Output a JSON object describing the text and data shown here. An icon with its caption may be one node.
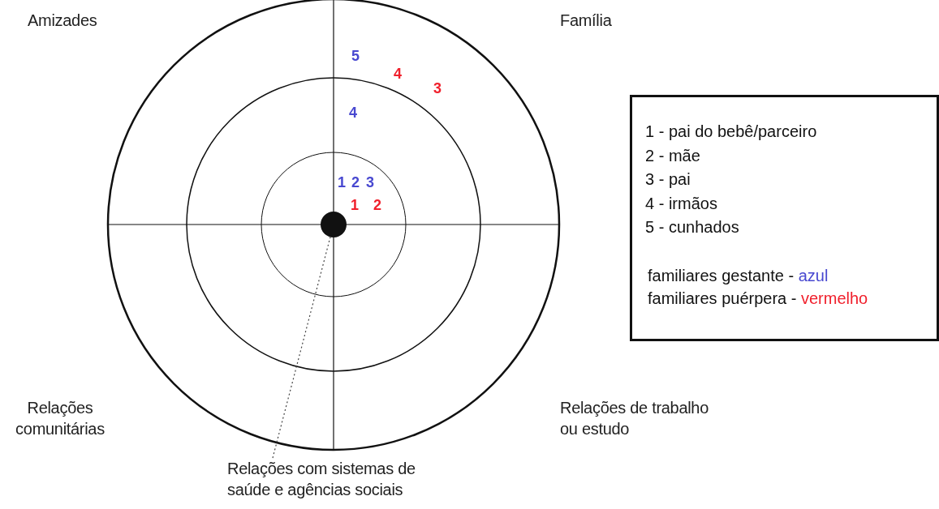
{
  "diagram": {
    "nodes": [
      {
        "text": [],
        "shape": "circle"
      },
      {
        "text": [
          "Relações com sistemas de saúde e agências sociais"
        ]
      }
    ],
    "edges": [
      {
        "from": 1,
        "to": 0,
        "arrow": "none",
        "style": "dashed"
      }
    ],
    "labels": [
      "Amizades",
      "Família",
      "5",
      "4",
      "3",
      "4",
      "1",
      "2",
      "3",
      "1",
      "2",
      "Relações comunitárias",
      "Relações de trabalho ou estudo"
    ],
    "legend": [
      {
        "text": "1 - pai do bebê/parceiro"
      },
      {
        "text": "2 - mãe"
      },
      {
        "text": "3 - pai"
      },
      {
        "text": "4 - irmãos"
      },
      {
        "text": "5 - cunhados"
      },
      {
        "text": "familiares gestante - azul",
        "color": "#4848d0"
      },
      {
        "text": "familiares puérpera - vermelho",
        "color": "#f0202c"
      }
    ]
  }
}
